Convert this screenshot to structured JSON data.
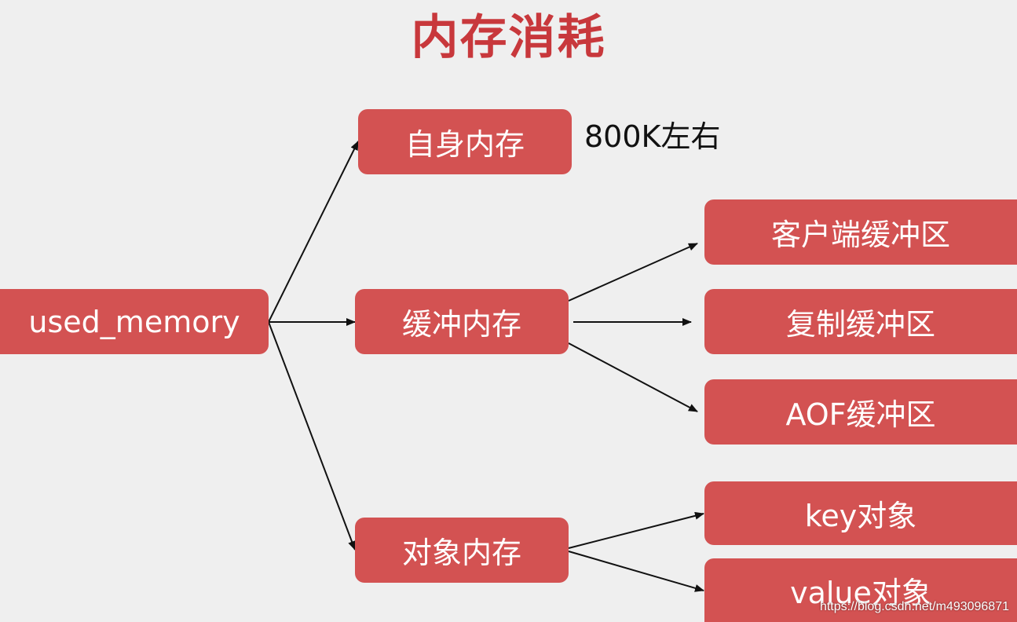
{
  "title": "内存消耗",
  "nodes": {
    "root": "used_memory",
    "self_memory": "自身内存",
    "buffer_memory": "缓冲内存",
    "object_memory": "对象内存",
    "client_buffer": "客户端缓冲区",
    "replication_buffer": "复制缓冲区",
    "aof_buffer": "AOF缓冲区",
    "key_object": "key对象",
    "value_object": "value对象"
  },
  "annotations": {
    "self_memory_size": "800K左右"
  },
  "watermark": "https://blog.csdn.net/m493096871",
  "colors": {
    "node_fill": "#d35252",
    "title": "#c8383c",
    "background": "#efefef",
    "arrow": "#111111"
  }
}
